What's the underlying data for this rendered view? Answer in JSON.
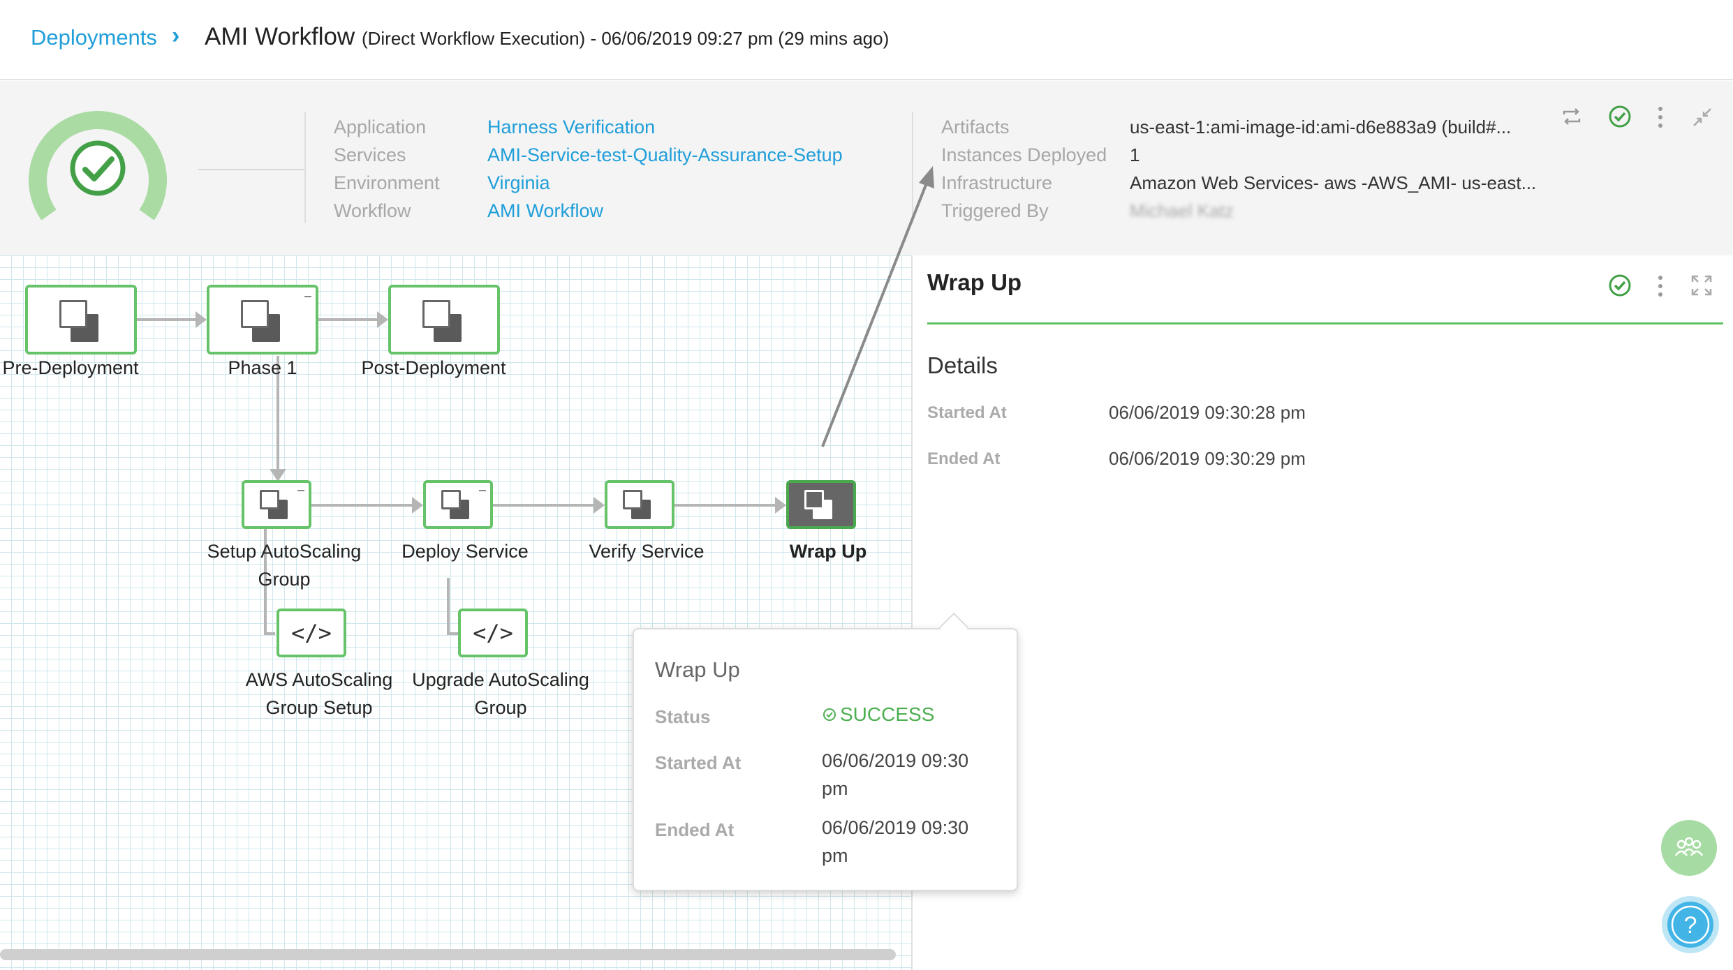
{
  "header": {
    "breadcrumb": "Deployments",
    "breadcrumb_sep": "›",
    "title": "AMI Workflow",
    "subtitle": "(Direct Workflow Execution) - 06/06/2019 09:27 pm (29 mins ago)"
  },
  "summary": {
    "left": [
      {
        "label": "Application",
        "value": "Harness Verification"
      },
      {
        "label": "Services",
        "value": "AMI-Service-test-Quality-Assurance-Setup"
      },
      {
        "label": "Environment",
        "value": "Virginia"
      },
      {
        "label": "Workflow",
        "value": "AMI Workflow"
      }
    ],
    "right": [
      {
        "label": "Artifacts",
        "value": "us-east-1:ami-image-id:ami-d6e883a9 (build#..."
      },
      {
        "label": "Instances Deployed",
        "value": "1"
      },
      {
        "label": "Infrastructure",
        "value": "Amazon Web Services- aws -AWS_AMI- us-east..."
      },
      {
        "label": "Triggered By",
        "value": "Michael Katz"
      }
    ],
    "status_icon": "check-circle-icon",
    "status_color": "#5cb85c"
  },
  "nodes": {
    "pre_deployment": "Pre-Deployment",
    "phase1": "Phase 1",
    "post_deployment": "Post-Deployment",
    "setup_asg_line1": "Setup AutoScaling",
    "setup_asg_line2": "Group",
    "deploy_service": "Deploy Service",
    "verify_service": "Verify Service",
    "wrap_up": "Wrap Up",
    "aws_asg_line1": "AWS AutoScaling",
    "aws_asg_line2": "Group Setup",
    "upgrade_asg_line1": "Upgrade AutoScaling",
    "upgrade_asg_line2": "Group",
    "code_glyph": "</>"
  },
  "panel": {
    "title": "Wrap Up",
    "details_heading": "Details",
    "started_label": "Started At",
    "started_value": "06/06/2019 09:30:28 pm",
    "ended_label": "Ended At",
    "ended_value": "06/06/2019 09:30:29 pm"
  },
  "tooltip": {
    "title": "Wrap Up",
    "status_label": "Status",
    "status_value": "SUCCESS",
    "started_label": "Started At",
    "started_line1": "06/06/2019 09:30",
    "started_line2": "pm",
    "ended_label": "Ended At",
    "ended_line1": "06/06/2019 09:30",
    "ended_line2": "pm"
  },
  "colors": {
    "link": "#1f9ed9",
    "success": "#5cb85c",
    "node_border": "#66c36a"
  }
}
